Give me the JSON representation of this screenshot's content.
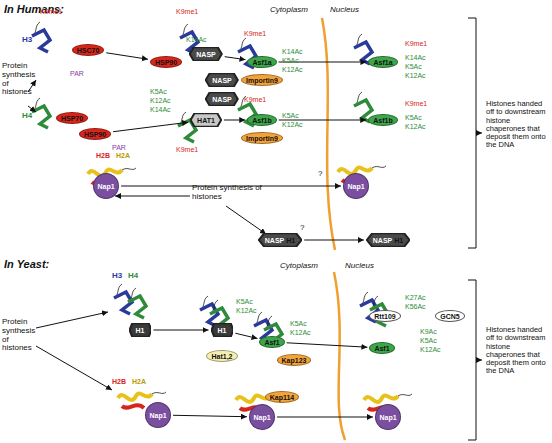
{
  "diagram": {
    "nodes": [
      {
        "text": [
          "HSC70"
        ]
      },
      {
        "text": [
          "HSP70"
        ]
      },
      {
        "text": [
          "HSP90"
        ]
      },
      {
        "text": [
          "HSP90"
        ]
      },
      {
        "text": [
          "NASP"
        ]
      },
      {
        "text": [
          "NASP"
        ]
      },
      {
        "text": [
          "NASP"
        ]
      },
      {
        "text": [
          "HAT1"
        ]
      },
      {
        "text": [
          "Asf1a"
        ]
      },
      {
        "text": [
          "Importin9"
        ]
      },
      {
        "text": [
          "Asf1b"
        ]
      },
      {
        "text": [
          "Importin9"
        ]
      },
      {
        "text": [
          "Asf1a"
        ]
      },
      {
        "text": [
          "Asf1b"
        ]
      },
      {
        "text": [
          "Nap1"
        ]
      },
      {
        "text": [
          "Nap1"
        ]
      },
      {
        "text": [
          "NASP",
          "H1"
        ]
      },
      {
        "text": [
          "NASP",
          "H1"
        ]
      },
      {
        "text": [
          "H1"
        ]
      },
      {
        "text": [
          "H1"
        ]
      },
      {
        "text": [
          "Hat1,2"
        ]
      },
      {
        "text": [
          "Asf1"
        ]
      },
      {
        "text": [
          "Kap123"
        ]
      },
      {
        "text": [
          "Rtt109"
        ]
      },
      {
        "text": [
          "Asf1"
        ]
      },
      {
        "text": [
          "GCN5"
        ]
      },
      {
        "text": [
          "Nap1"
        ]
      },
      {
        "text": [
          "Nap1"
        ]
      },
      {
        "text": [
          "Kap114"
        ]
      },
      {
        "text": [
          "Nap1"
        ]
      }
    ],
    "edges": [
      {
        "from": 0,
        "to": 3,
        "arrow": "to"
      },
      {
        "from": 2,
        "to": 7,
        "arrow": "to"
      },
      {
        "from": 4,
        "to": 8,
        "arrow": "to"
      },
      {
        "from": 7,
        "to": 10,
        "arrow": "to"
      },
      {
        "from": 8,
        "to": 12,
        "arrow": "to"
      },
      {
        "from": 10,
        "to": 13,
        "arrow": "to"
      },
      {
        "from": 14,
        "to": 15,
        "arrow": "to"
      },
      {
        "from": 16,
        "to": 17,
        "arrow": "to"
      },
      {
        "from": 18,
        "to": 19,
        "arrow": "to"
      },
      {
        "from": 19,
        "to": 21,
        "arrow": "to"
      },
      {
        "from": 21,
        "to": 24,
        "arrow": "to"
      },
      {
        "from": 26,
        "to": 27,
        "arrow": "to"
      },
      {
        "from": 27,
        "to": 29,
        "arrow": "to"
      }
    ],
    "labels": [
      "In Humans:",
      "Cytoplasm",
      "Nucleus",
      "Protein synthesis of histones",
      "K9me1",
      "H3",
      "PAR",
      "H4",
      "PAR",
      "K9me1",
      "K14Ac",
      "K5Ac",
      "K12Ac",
      "K14Ac",
      "K9me1",
      "K9me1",
      "K14Ac",
      "K5Ac",
      "K12Ac",
      "K9me1",
      "K5Ac",
      "K12Ac",
      "K9me1",
      "K14Ac",
      "K5Ac",
      "K12Ac",
      "K9me1",
      "K5Ac",
      "K12Ac",
      "H2B",
      "H2A",
      "Protein synthesis of histones",
      "?",
      "?",
      "Histones handed off to downstream histone chaperones that deposit them onto the DNA",
      "In Yeast:",
      "Cytoplasm",
      "Nucleus",
      "Protein synthesis of histones",
      "H3",
      "H4",
      "K5Ac",
      "K12Ac",
      "K5Ac",
      "K12Ac",
      "K27Ac",
      "K56Ac",
      "K9Ac",
      "K5Ac",
      "K12Ac",
      "H2B",
      "H2A",
      "Histones handed off to downstream histone chaperones that deposit them onto the DNA"
    ]
  }
}
